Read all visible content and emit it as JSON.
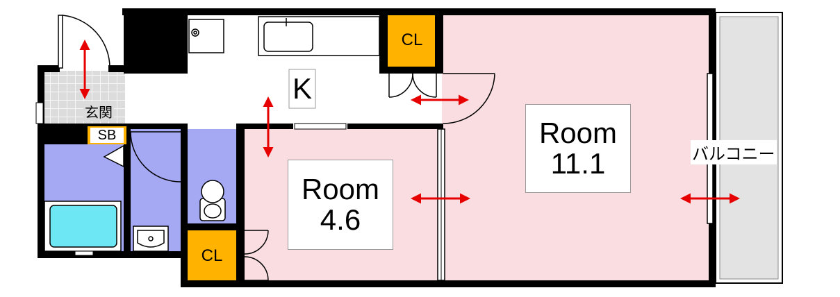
{
  "rooms": {
    "kitchen": {
      "label": "K"
    },
    "room_small": {
      "label": "Room",
      "size": "4.6"
    },
    "room_large": {
      "label": "Room",
      "size": "11.1"
    }
  },
  "closets": {
    "top": "CL",
    "bottom": "CL"
  },
  "entrance": {
    "label": "玄関",
    "shoe_box": "SB"
  },
  "balcony": {
    "label": "バルコニー"
  },
  "colors": {
    "wall": "#000000",
    "room_floor": "#f9dde0",
    "wet_area": "#a5a8f2",
    "closet": "#ffb300",
    "balcony": "#e3e3e3",
    "arrow": "#e60000",
    "bath_tub": "#6ee7f5",
    "entrance_tile": "#dcdcdc"
  }
}
